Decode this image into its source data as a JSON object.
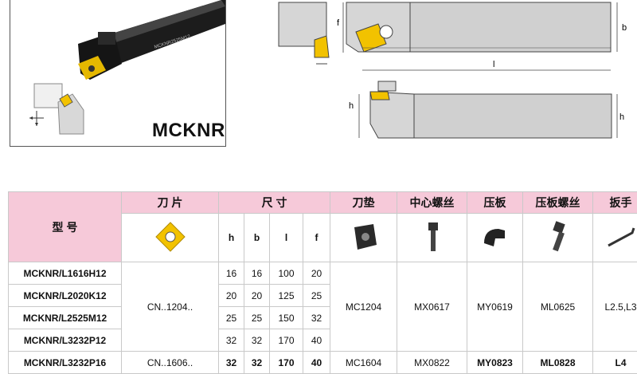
{
  "photo": {
    "body_engraving": "MCKNR2525M12",
    "title": "MCKNRL"
  },
  "drawing": {
    "labels": {
      "f": "f",
      "b": "b",
      "l": "l",
      "h": "h",
      "h1": "h"
    }
  },
  "table": {
    "headers": {
      "model": "型 号",
      "insert": "刀 片",
      "dimensions": "尺 寸",
      "shim": "刀垫",
      "center_screw": "中心螺丝",
      "clamp": "压板",
      "clamp_screw": "压板螺丝",
      "wrench": "扳手"
    },
    "dim_cols": [
      "h",
      "b",
      "l",
      "f"
    ],
    "rows": [
      {
        "model": "MCKNR/L1616H12",
        "h": "16",
        "b": "16",
        "l": "100",
        "f": "20"
      },
      {
        "model": "MCKNR/L2020K12",
        "h": "20",
        "b": "20",
        "l": "125",
        "f": "25"
      },
      {
        "model": "MCKNR/L2525M12",
        "h": "25",
        "b": "25",
        "l": "150",
        "f": "32"
      },
      {
        "model": "MCKNR/L3232P12",
        "h": "32",
        "b": "32",
        "l": "170",
        "f": "40"
      }
    ],
    "group1": {
      "insert": "CN..1204..",
      "shim": "MC1204",
      "center_screw": "MX0617",
      "clamp": "MY0619",
      "clamp_screw": "ML0625",
      "wrench": "L2.5,L3"
    },
    "row5": {
      "model": "MCKNR/L3232P16",
      "insert": "CN..1606..",
      "h": "32",
      "b": "32",
      "l": "170",
      "f": "40",
      "shim": "MC1604",
      "center_screw": "MX0822",
      "clamp": "MY0823",
      "clamp_screw": "ML0828",
      "wrench": "L4"
    }
  },
  "colors": {
    "header_bg": "#f6c9d9",
    "insert_gold": "#f2c200",
    "holder_gray": "#cfcfcf"
  }
}
